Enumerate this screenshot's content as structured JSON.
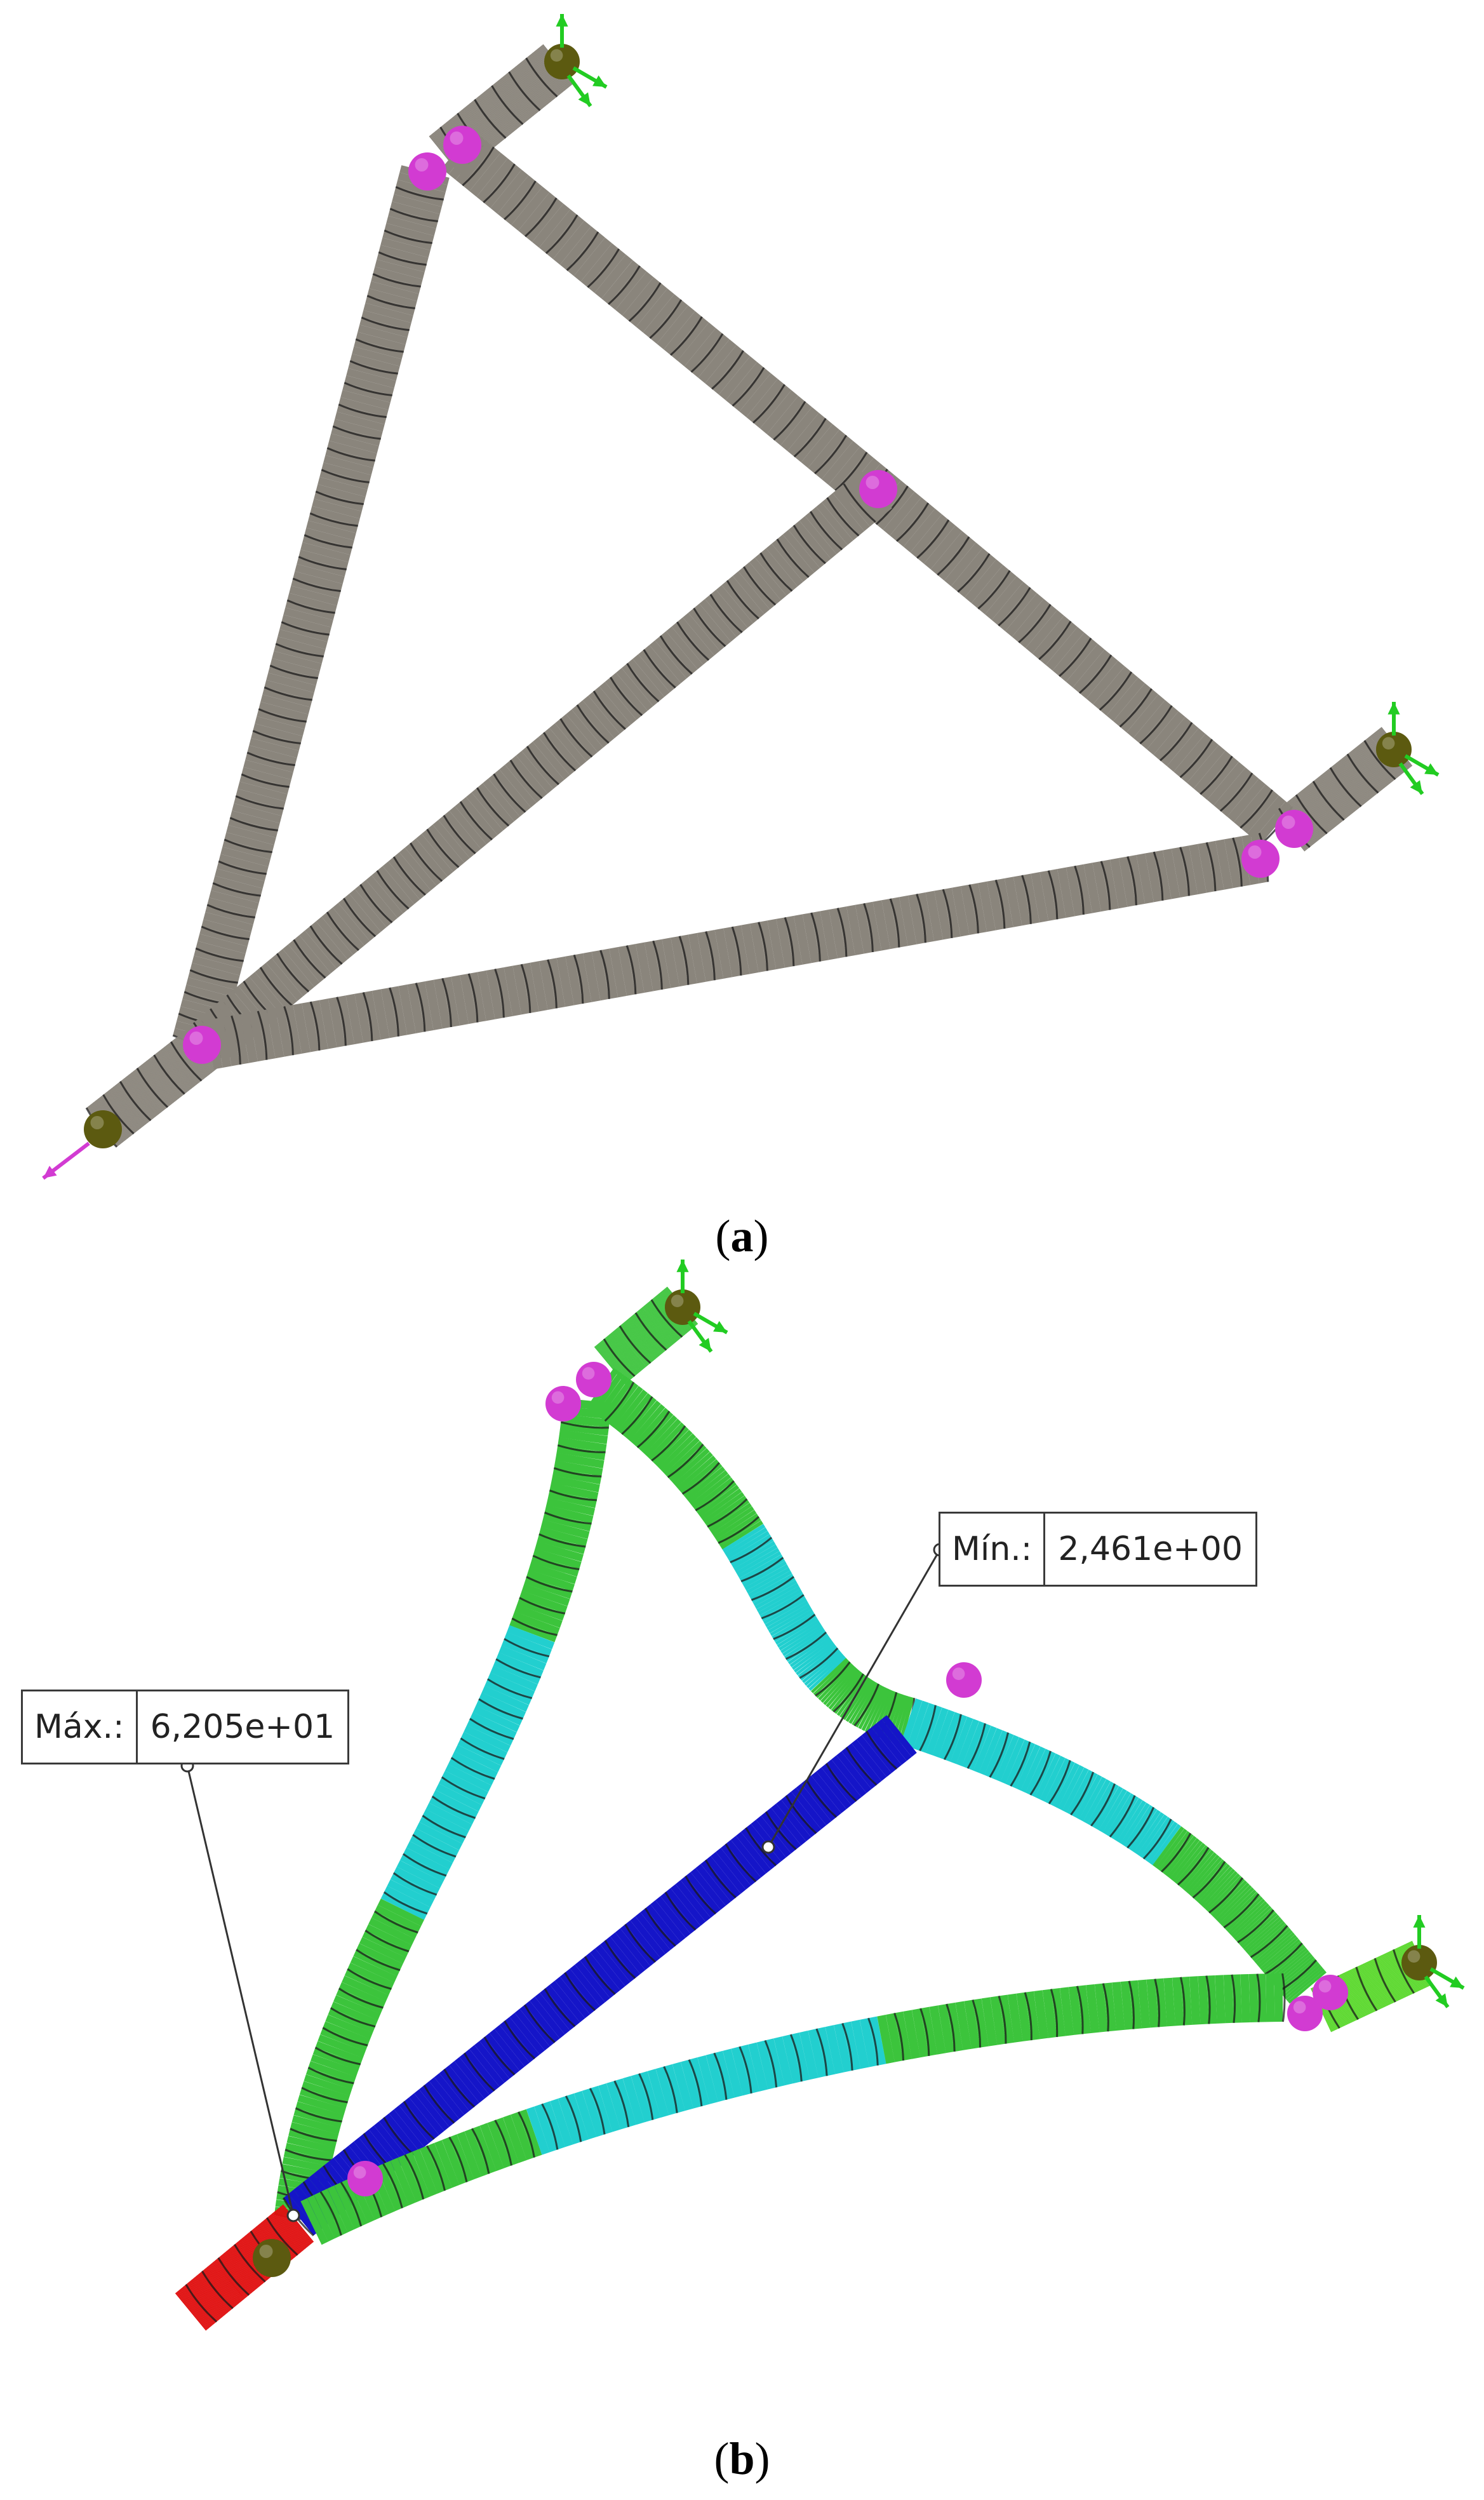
{
  "figure": {
    "panel_a_label": "a",
    "panel_b_label": "b"
  },
  "probes": {
    "max": {
      "key": "Máx.:",
      "value": "6,205e+01"
    },
    "min": {
      "key": "Mín.:",
      "value": "2,461e+00"
    }
  },
  "colors": {
    "undeformed": "#8a857c",
    "joint": "#d23bd2",
    "fixture": "#5c5a10",
    "fixture_arrow": "#22cc22",
    "load_arrow": "#d23bd2",
    "stress_red": "#e01010",
    "stress_green": "#3cc43c",
    "stress_cyan": "#22cfcf",
    "stress_blue": "#1515c8",
    "stress_lightgreen": "#5ad82c"
  }
}
